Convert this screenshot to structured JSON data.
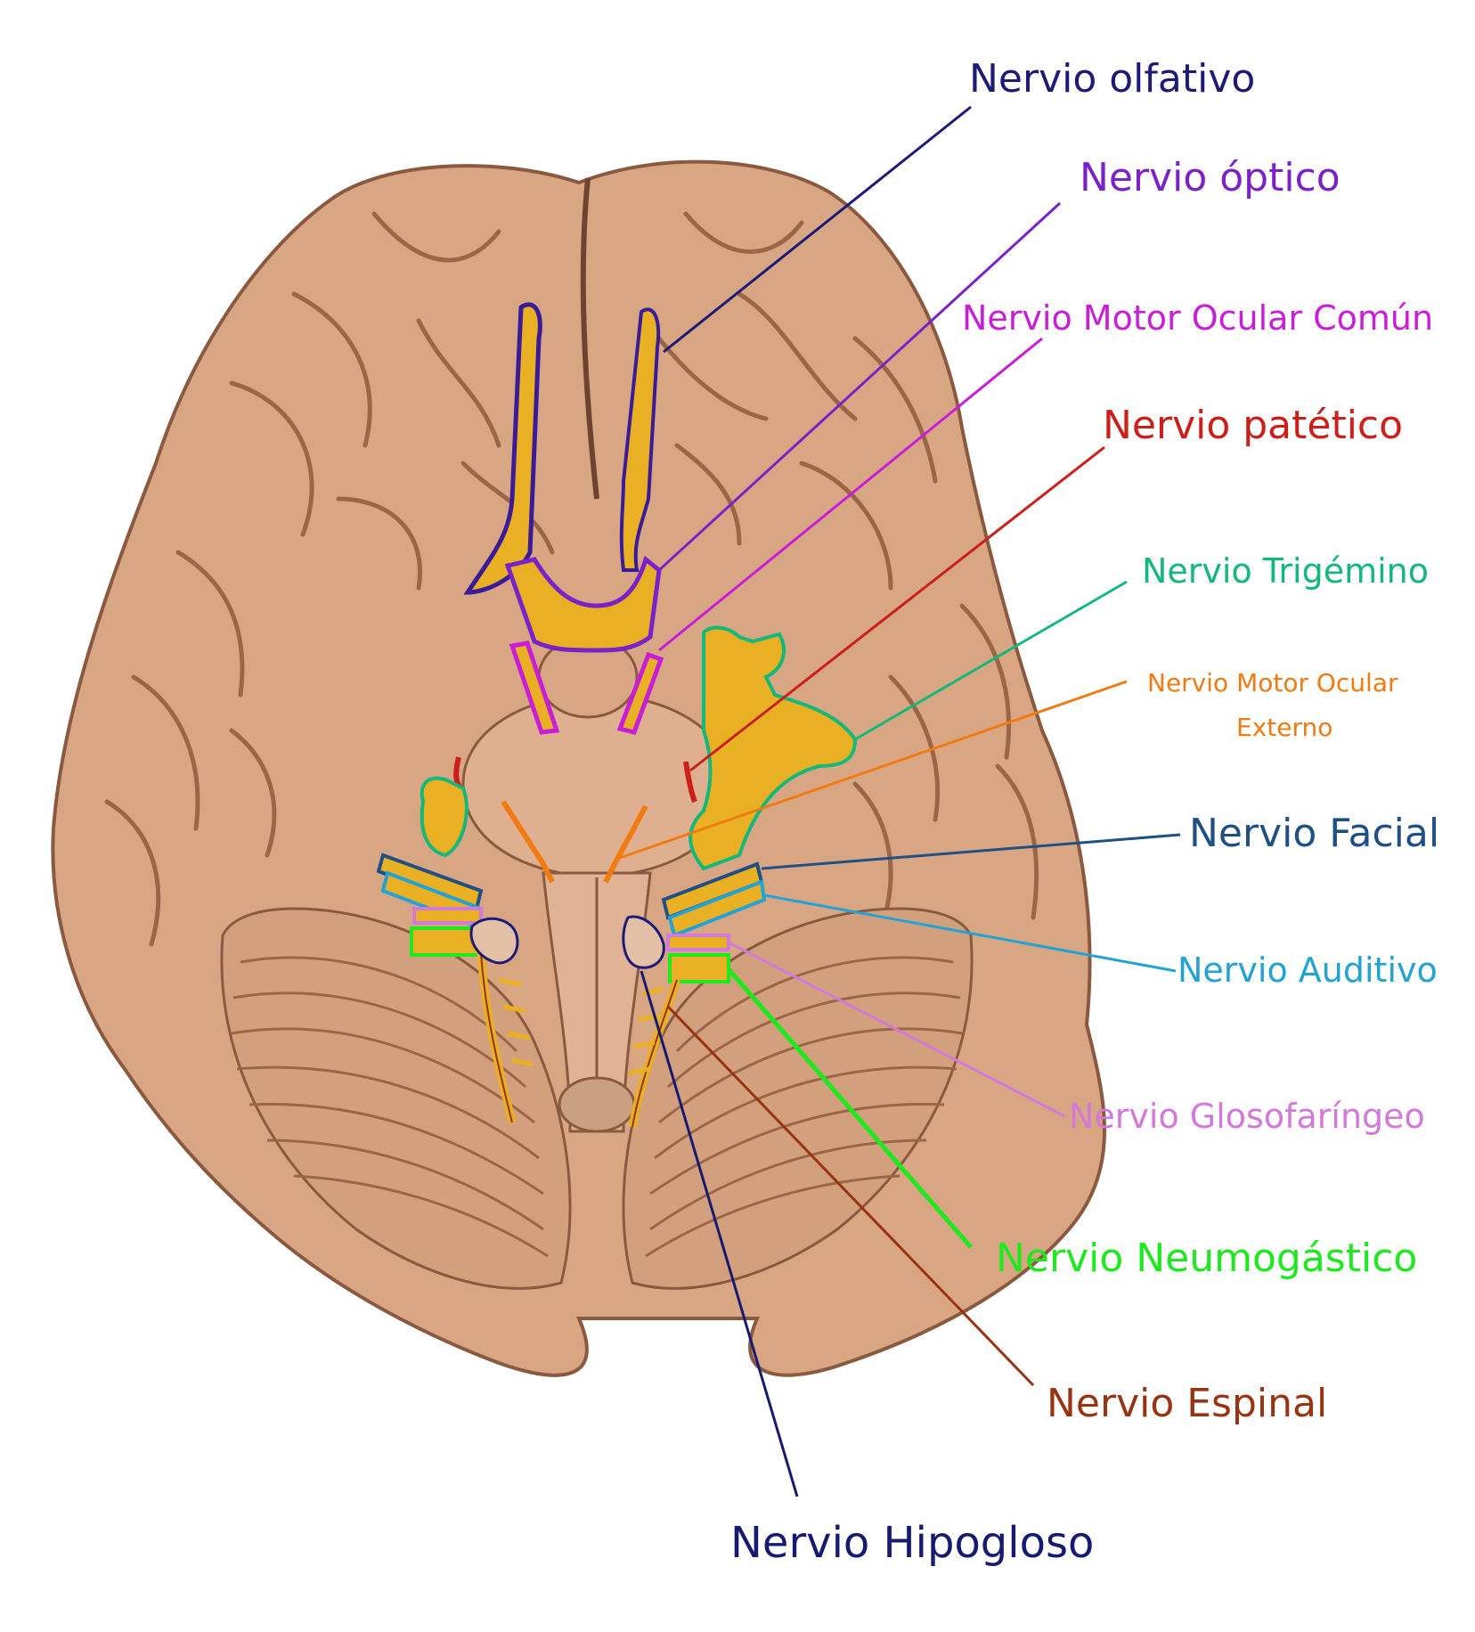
{
  "labels": {
    "olfativo": {
      "text": "Nervio olfativo",
      "color": "#1e1a78"
    },
    "optico": {
      "text": "Nervio óptico",
      "color": "#7a22c8"
    },
    "motor_comun": {
      "text": "Nervio Motor Ocular Común",
      "color": "#c81ed8"
    },
    "patetico": {
      "text": "Nervio patético",
      "color": "#cc1f1a"
    },
    "trigemino": {
      "text": "Nervio Trigémino",
      "color": "#14b87a"
    },
    "motor_externo_1": {
      "text": "Nervio Motor Ocular",
      "color": "#f07b12"
    },
    "motor_externo_2": {
      "text": "Externo",
      "color": "#f07b12"
    },
    "facial": {
      "text": "Nervio Facial",
      "color": "#1f4f85"
    },
    "auditivo": {
      "text": "Nervio Auditivo",
      "color": "#23a2d6"
    },
    "glosofaringeo": {
      "text": "Nervio Glosofaríngeo",
      "color": "#d27ad8"
    },
    "neumogastico": {
      "text": "Nervio Neumogástico",
      "color": "#1ee81e"
    },
    "espinal": {
      "text": "Nervio Espinal",
      "color": "#993412"
    },
    "hipogloso": {
      "text": "Nervio Hipogloso",
      "color": "#161a70"
    }
  },
  "colors": {
    "brain_fill": "#d9a684",
    "brain_shadow": "#b67e5c",
    "sulcus": "#8a5a40",
    "nerve_fill": "#e8b022",
    "nerve_dark": "#b7860f"
  }
}
